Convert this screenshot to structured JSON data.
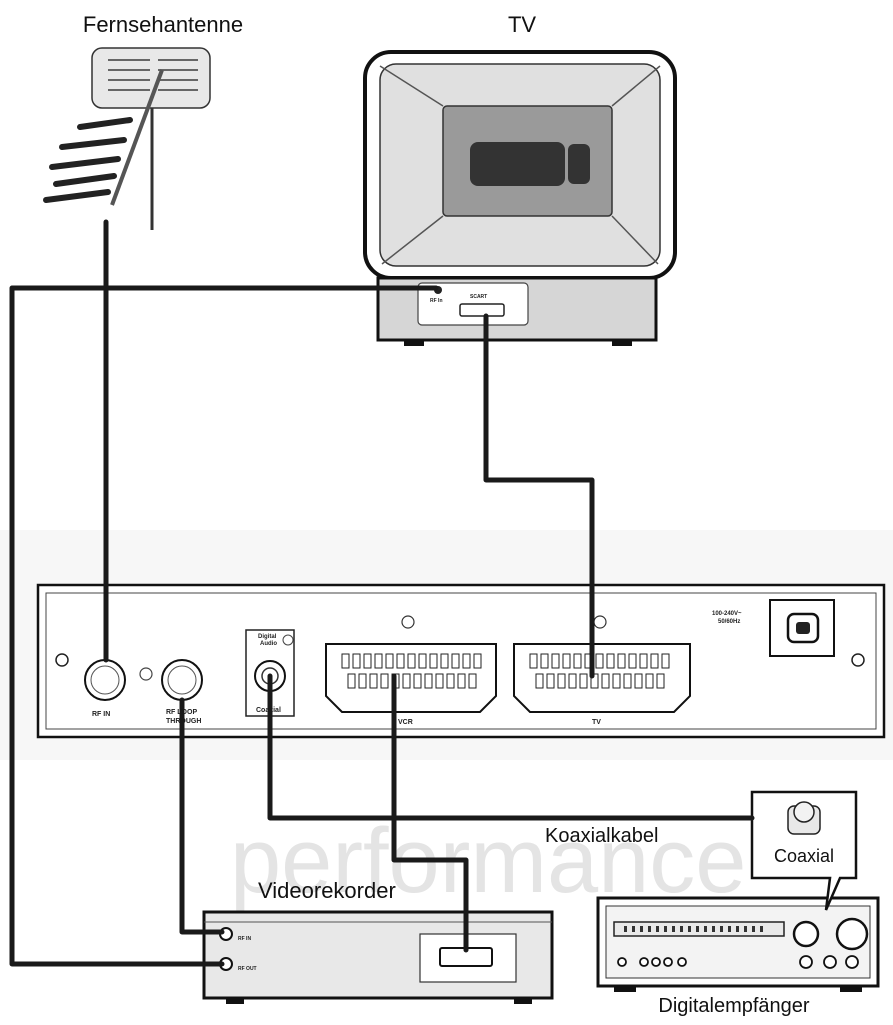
{
  "labels": {
    "antenna": "Fernsehantenne",
    "tv": "TV",
    "coax_cable": "Koaxialkabel",
    "coaxial_badge": "Coaxial",
    "vcr": "Videorekorder",
    "receiver": "Digitalempfänger"
  },
  "watermark": {
    "brand": "performance"
  },
  "receiver_panel": {
    "rf_in": "RF IN",
    "rf_loop_1": "RF LOOP",
    "rf_loop_2": "THROUGH",
    "digital_audio_1": "Digital",
    "digital_audio_2": "Audio",
    "coaxial": "Coaxial",
    "vcr_scart": "VCR",
    "tv_scart": "TV",
    "power_1": "100-240V~",
    "power_2": "50/60Hz"
  },
  "tv_panel": {
    "rf_port": "RF In",
    "scart_port": "SCART"
  },
  "vcr_panel": {
    "rf_in": "RF IN",
    "rf_out": "RF OUT"
  },
  "colors": {
    "cable": "#1a1a1a",
    "device_outline": "#111111",
    "tv_screen": "#9a9a9a",
    "watermark": "#e6e6e6"
  }
}
